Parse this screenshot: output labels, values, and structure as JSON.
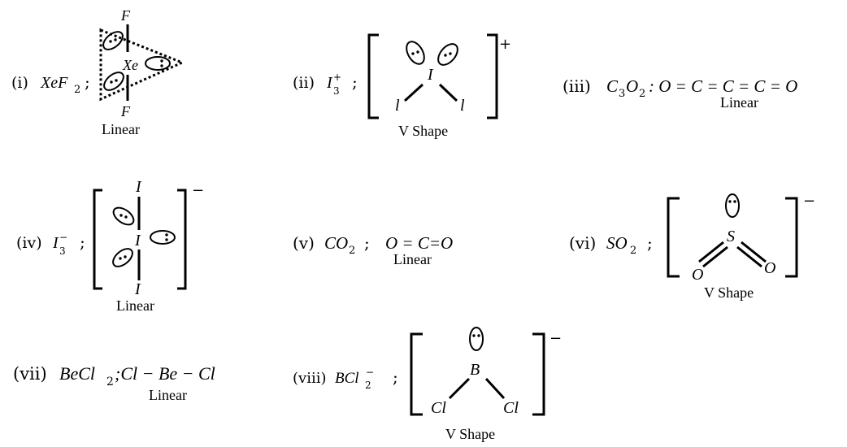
{
  "items": [
    {
      "num": "(i)",
      "formula": "XeF",
      "sub": "2",
      "sep": ";",
      "atoms": {
        "center": "Xe",
        "top": "F",
        "bottom": "F"
      },
      "shape": "Linear"
    },
    {
      "num": "(ii)",
      "formula": "I",
      "sub": "3",
      "sup": "+",
      "sep": ";",
      "charge": "+",
      "atoms": {
        "center": "I",
        "left": "l",
        "right": "l"
      },
      "shape": "V Shape"
    },
    {
      "num": "(iii)",
      "formula": "C",
      "sub": "3",
      "formula2": "O",
      "sub2": "2",
      "structure": ": O = C = C = C = O",
      "shape": "Linear"
    },
    {
      "num": "(iv)",
      "formula": "I",
      "sub": "3",
      "sup": "−",
      "sep": ";",
      "charge": "−",
      "atoms": {
        "center": "I",
        "top": "I",
        "bottom": "I"
      },
      "shape": "Linear"
    },
    {
      "num": "(v)",
      "formula": "CO",
      "sub": "2",
      "sep": ";",
      "structure": "O = C=O",
      "shape": "Linear"
    },
    {
      "num": "(vi)",
      "formula": "SO",
      "sub": "2",
      "sep": ";",
      "charge": "−",
      "atoms": {
        "center": "S",
        "left": "O",
        "right": "O"
      },
      "shape": "V Shape"
    },
    {
      "num": "(vii)",
      "formula": "BeCl",
      "sub": "2",
      "structure": ";Cl − Be − Cl",
      "shape": "Linear"
    },
    {
      "num": "(viii)",
      "formula": "BCl",
      "sub": "2",
      "sup": "−",
      "sep": ";",
      "charge": "−",
      "atoms": {
        "center": "B",
        "left": "Cl",
        "right": "Cl"
      },
      "shape": "V Shape"
    }
  ]
}
